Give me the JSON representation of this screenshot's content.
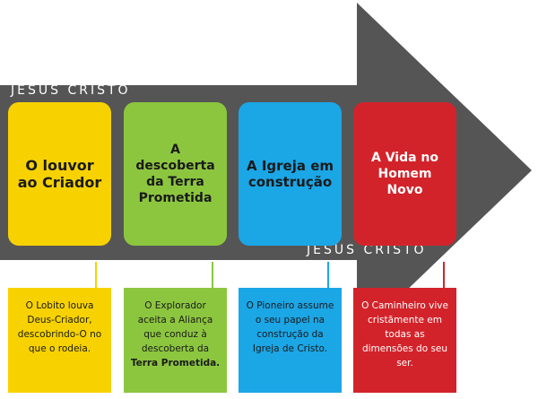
{
  "labels": {
    "top": "JESUS CRISTO",
    "bottom": "JESUS CRISTO"
  },
  "steps": [
    {
      "title": "O louvor ao Criador",
      "text": "O Lobito louva Deus-Criador, descobrindo-O no que o rodeia.",
      "text_bold": "",
      "color": "#f7d200"
    },
    {
      "title": "A descoberta da Terra Prometida",
      "text": "O Explorador aceita a Aliança que conduz à descoberta da",
      "text_bold": "Terra Prometida.",
      "color": "#8cc63f"
    },
    {
      "title": "A Igreja em construção",
      "text": "O Pioneiro assume o seu papel na construção da Igreja de Cristo.",
      "text_bold": "",
      "color": "#1ba6e6"
    },
    {
      "title": "A Vida no Homem Novo",
      "text": "O Caminheiro vive cristãmente em todas as dimensões do seu ser.",
      "text_bold": "",
      "color": "#d3232a"
    }
  ],
  "arrow_color": "#555555"
}
